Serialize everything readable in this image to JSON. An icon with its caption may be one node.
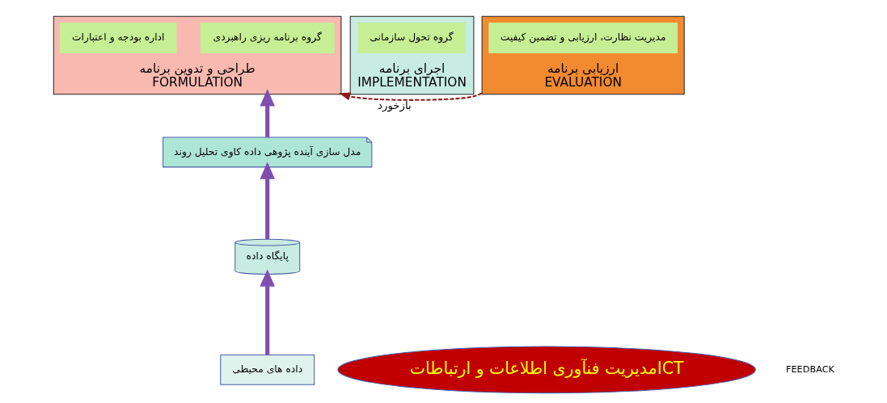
{
  "diagram": {
    "nodes": [
      {
        "text": [
          "طراحی و تدوین برنامه",
          "FORMULATION"
        ]
      },
      {
        "text": [
          "گروه برنامه ریزی راهبردی"
        ],
        "in": 0
      },
      {
        "text": [
          "اداره بودجه و اعتبارات"
        ],
        "in": 0
      },
      {
        "text": [
          "اجرای برنامه",
          "IMPLEMENTATION"
        ]
      },
      {
        "text": [
          "گروه تحول سازمانی"
        ],
        "in": 3
      },
      {
        "text": [
          "ارزیابی برنامه",
          "EVALUATION"
        ]
      },
      {
        "text": [
          "مدیریت نظارت، ارزیابی و تضمین کیفیت"
        ],
        "in": 5
      },
      {
        "text": [
          "مدل سازی آینده پژوهی داده کاوی تحلیل روند"
        ]
      },
      {
        "text": [
          "پایگاه داده"
        ]
      },
      {
        "text": [
          "داده های محیطی"
        ]
      },
      {
        "text": [
          "مدیریت فنآوری اطلاعات و ارتباطاتICT"
        ]
      }
    ],
    "edges": [
      {
        "from": 7,
        "to": 0,
        "arrow": "to"
      },
      {
        "from": 8,
        "to": 7,
        "arrow": "to"
      },
      {
        "from": 9,
        "to": 8,
        "arrow": "to"
      },
      {
        "from": 5,
        "to": 0,
        "arrow": "to",
        "style": "dashed",
        "color": "#8b1a1a",
        "label": "بازخورد"
      }
    ],
    "labels": [
      "FEEDBACK"
    ]
  }
}
